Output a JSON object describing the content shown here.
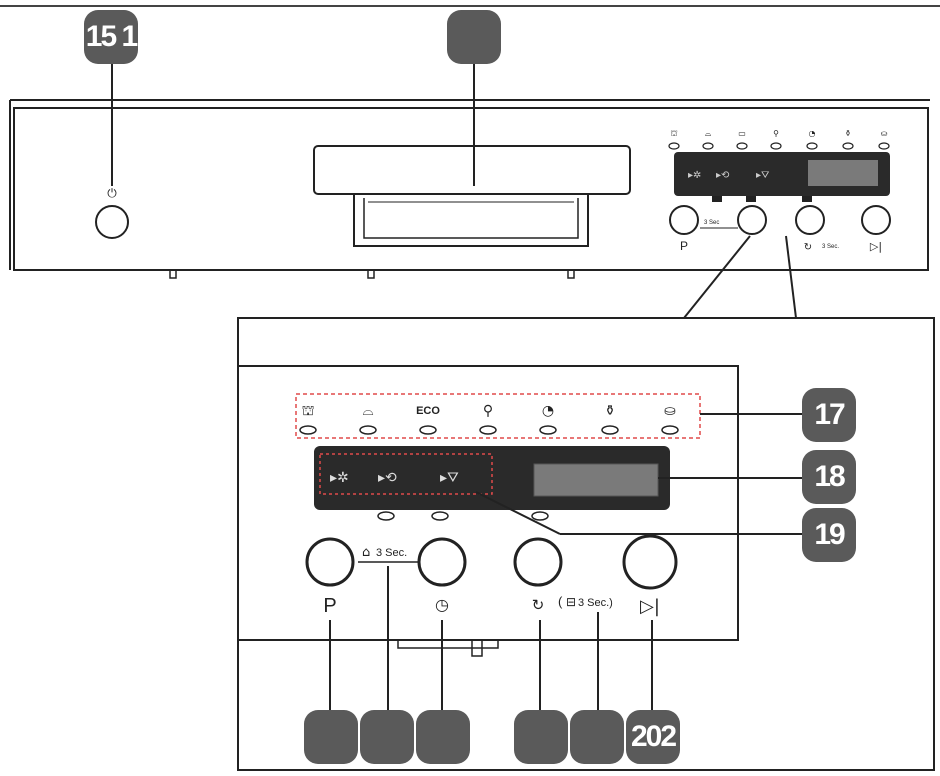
{
  "callouts": {
    "c15": "15 1",
    "c16": "",
    "c17": "17",
    "c18": "18",
    "c19": "19",
    "c20": "202",
    "bottom": [
      "",
      "",
      "",
      "",
      ""
    ]
  },
  "panel": {
    "eco_label": "ECO",
    "p_label": "P",
    "three_sec_top": "3 Sec.",
    "three_sec_bottom": "3 Sec.)",
    "three_sec_small": "3 Sec",
    "three_sec_small_paren": "3 Sec."
  },
  "colors": {
    "badge": "#5a5a5a",
    "dashed_outline": "#e04a4a",
    "display": "#2a2a2a",
    "outline": "#222222"
  }
}
